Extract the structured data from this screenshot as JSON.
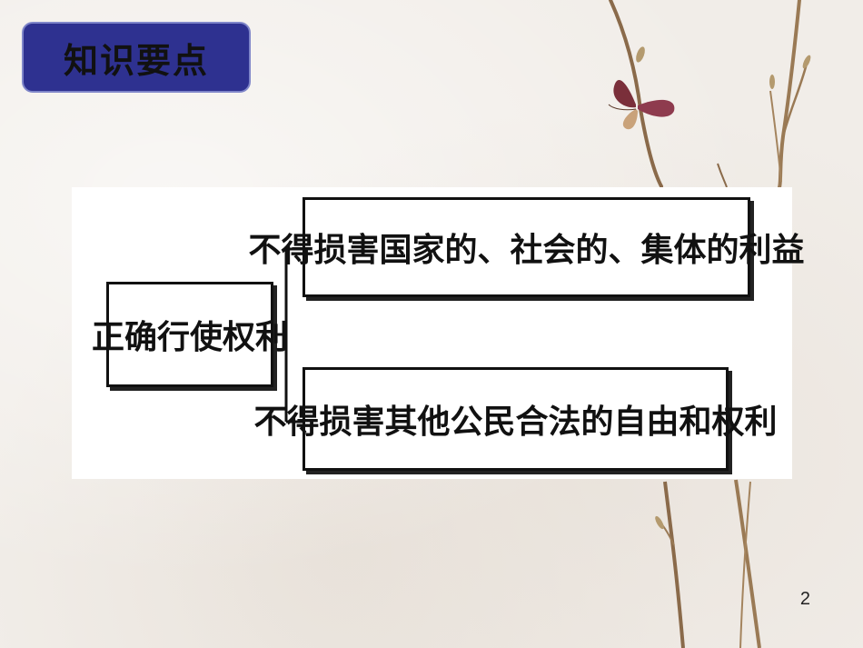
{
  "slide": {
    "title": "知识要点",
    "page_number": "2"
  },
  "diagram": {
    "root": "正确行使权利",
    "branches": [
      "不得损害国家的、社会的、集体的利益",
      "不得损害其他公民合法的自由和权利"
    ]
  },
  "colors": {
    "title_box_fill": "#2e3190",
    "title_box_border": "#7f86c9",
    "box_border": "#111111"
  },
  "icons": [
    "branch-decoration-icon",
    "butterfly-icon"
  ]
}
